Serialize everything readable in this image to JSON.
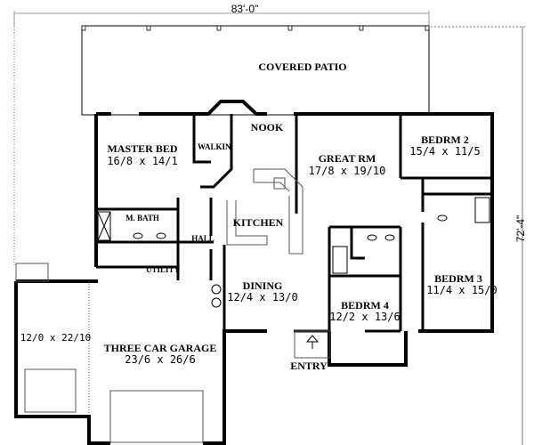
{
  "plan": {
    "overall_width": "83'-0\"",
    "overall_depth": "72'-4\"",
    "rooms": {
      "covered_patio": {
        "name": "COVERED PATIO"
      },
      "master_bed": {
        "name": "MASTER BED",
        "size": "16/8 x 14/1"
      },
      "walkin": {
        "name": "WALKIN"
      },
      "nook": {
        "name": "NOOK"
      },
      "great_rm": {
        "name": "GREAT RM",
        "size": "17/8 x 19/10"
      },
      "bedrm2": {
        "name": "BEDRM 2",
        "size": "15/4 x 11/5"
      },
      "kitchen": {
        "name": "KITCHEN"
      },
      "m_bath": {
        "name": "M. BATH"
      },
      "hall": {
        "name": "HALL"
      },
      "utility": {
        "name": "UTILITY"
      },
      "dining": {
        "name": "DINING",
        "size": "12/4 x 13/0"
      },
      "bedrm3": {
        "name": "BEDRM 3",
        "size": "11/4 x 15/0"
      },
      "bedrm4": {
        "name": "BEDRM 4",
        "size": "12/2 x 13/6"
      },
      "garage": {
        "name": "THREE CAR GARAGE",
        "size": "23/6 x 26/6"
      },
      "garage_bay": {
        "size": "12/0 x 22/10"
      },
      "entry": {
        "name": "ENTRY"
      }
    }
  }
}
